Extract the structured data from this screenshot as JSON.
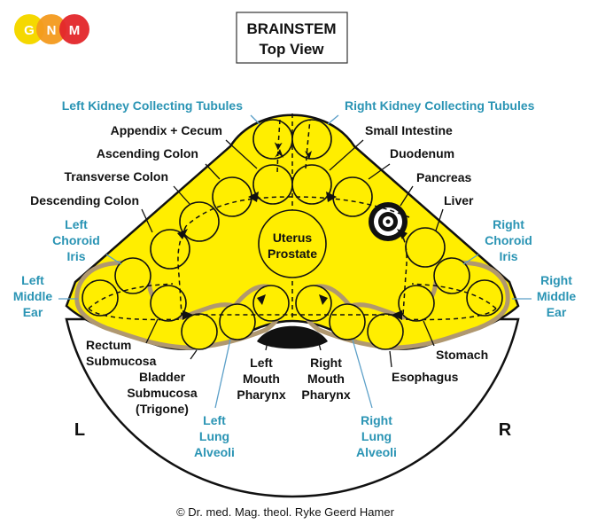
{
  "logo": {
    "letters": [
      "G",
      "N",
      "M"
    ],
    "colors": [
      "#f5d800",
      "#f39a1e",
      "#e3262a"
    ]
  },
  "title": {
    "line1": "BRAINSTEM",
    "line2": "Top View"
  },
  "colors": {
    "brainstem_fill": "#ffee00",
    "mesoderm_band": "#b09870",
    "label_blue": "#2a94b4",
    "outline": "#111111"
  },
  "labels_black": {
    "appendix": "Appendix + Cecum",
    "ascending": "Ascending Colon",
    "transverse": "Transverse Colon",
    "descending": "Descending Colon",
    "small_intestine": "Small Intestine",
    "duodenum": "Duodenum",
    "pancreas": "Pancreas",
    "liver": "Liver",
    "uterus_1": "Uterus",
    "uterus_2": "Prostate",
    "rectum_1": "Rectum",
    "rectum_2": "Submucosa",
    "bladder_1": "Bladder",
    "bladder_2": "Submucosa",
    "bladder_3": "(Trigone)",
    "lmouth_1": "Left",
    "lmouth_2": "Mouth",
    "lmouth_3": "Pharynx",
    "rmouth_1": "Right",
    "rmouth_2": "Mouth",
    "rmouth_3": "Pharynx",
    "stomach": "Stomach",
    "esophagus": "Esophagus"
  },
  "labels_blue": {
    "left_kidney": "Left Kidney Collecting Tubules",
    "right_kidney": "Right Kidney Collecting Tubules",
    "lchoroid_1": "Left",
    "lchoroid_2": "Choroid",
    "lchoroid_3": "Iris",
    "rchoroid_1": "Right",
    "rchoroid_2": "Choroid",
    "rchoroid_3": "Iris",
    "lear_1": "Left",
    "lear_2": "Middle",
    "lear_3": "Ear",
    "rear_1": "Right",
    "rear_2": "Middle",
    "rear_3": "Ear",
    "llung_1": "Left",
    "llung_2": "Lung",
    "llung_3": "Alveoli",
    "rlung_1": "Right",
    "rlung_2": "Lung",
    "rlung_3": "Alveoli"
  },
  "sides": {
    "left": "L",
    "right": "R"
  },
  "copyright": "© Dr. med. Mag. theol. Ryke Geerd Hamer"
}
